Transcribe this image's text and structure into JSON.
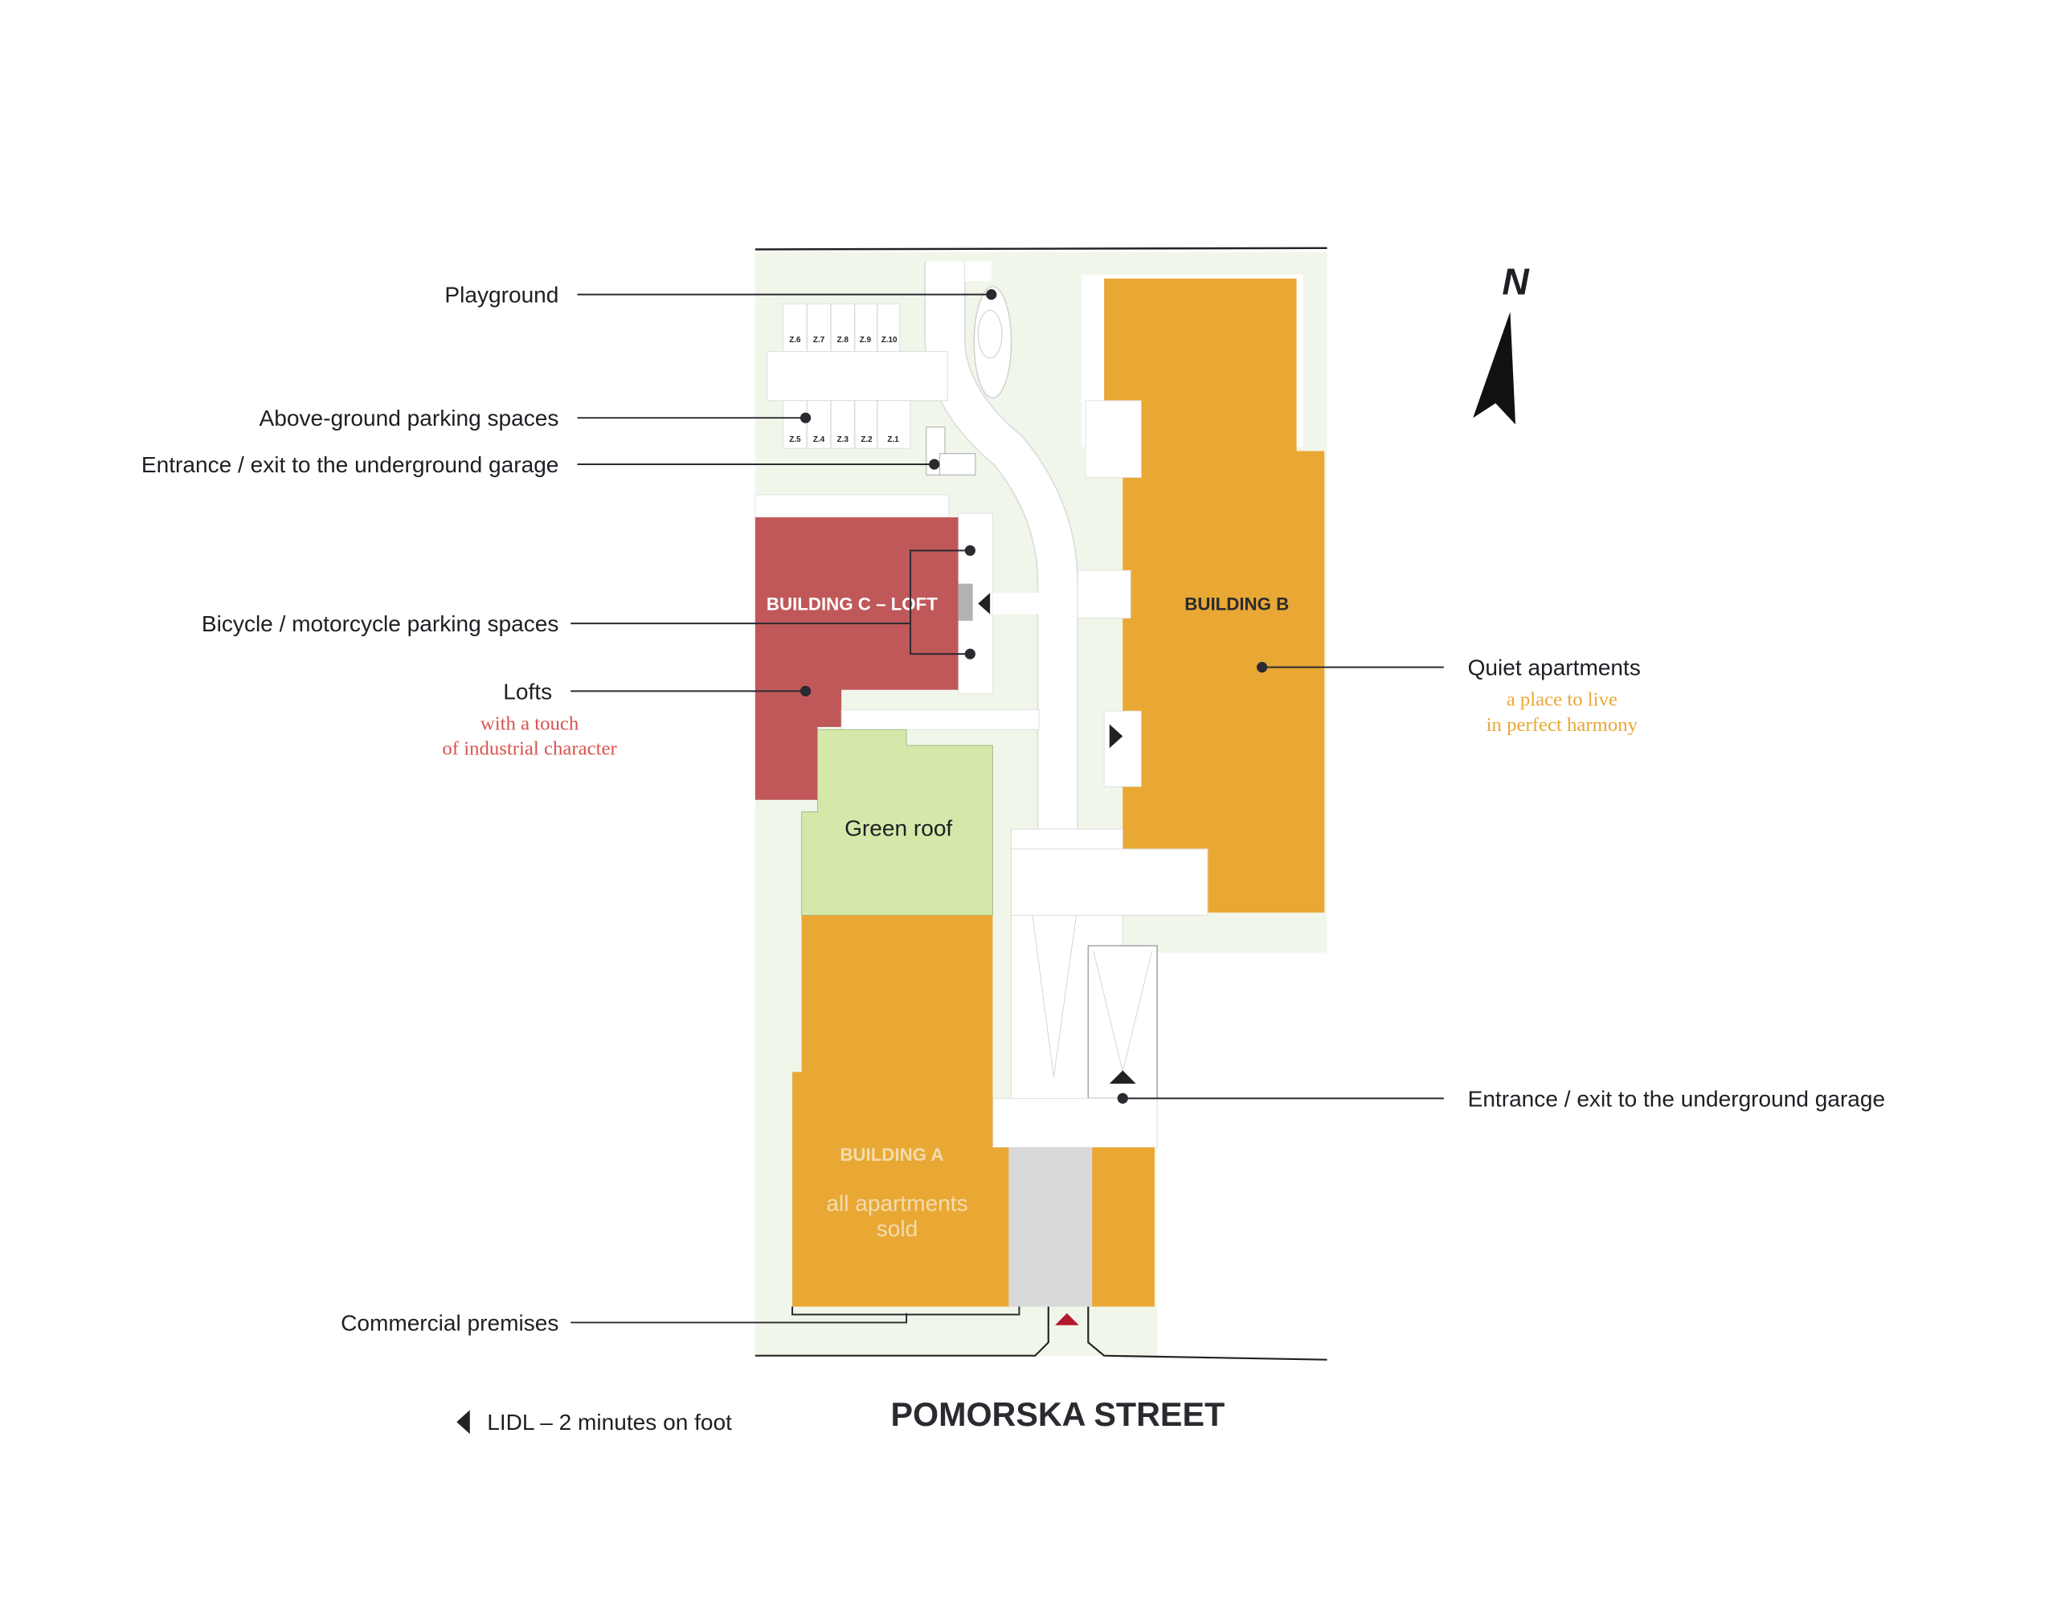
{
  "colors": {
    "site": "#f1f6ea",
    "apartments": "#e9a834",
    "lofts": "#c0585a",
    "green_roof": "#d4e9a9",
    "driveway": "#d9d9d9",
    "text": "#1e1e24",
    "lofts_subtext": "#d9534f",
    "apartments_subtext": "#e9a834",
    "building_a_text": "#f3dcb0",
    "entrance_marker": "#b5172b"
  },
  "compass": {
    "label": "N"
  },
  "buildings": {
    "a": {
      "name": "BUILDING A",
      "note_line1": "all apartments",
      "note_line2": "sold"
    },
    "b": {
      "name": "BUILDING B"
    },
    "c": {
      "name": "BUILDING C – LOFT"
    },
    "green_roof": {
      "name": "Green roof"
    }
  },
  "parking": {
    "top_row": [
      "Z.6",
      "Z.7",
      "Z.8",
      "Z.9",
      "Z.10"
    ],
    "bottom_row": [
      "Z.5",
      "Z.4",
      "Z.3",
      "Z.2",
      "Z.1"
    ]
  },
  "callouts": {
    "playground": "Playground",
    "parking": "Above-ground parking spaces",
    "garage_entrance_north": "Entrance / exit to the underground garage",
    "bicycle": "Bicycle / motorcycle parking spaces",
    "lofts": {
      "title": "Lofts",
      "sub1": "with a touch",
      "sub2": "of industrial character"
    },
    "quiet": {
      "title": "Quiet apartments",
      "sub1": "a place to live",
      "sub2": "in perfect harmony"
    },
    "garage_entrance_south": "Entrance / exit to the underground garage",
    "commercial": "Commercial premises"
  },
  "lidl": "LIDL – 2 minutes on foot",
  "street": "POMORSKA STREET"
}
